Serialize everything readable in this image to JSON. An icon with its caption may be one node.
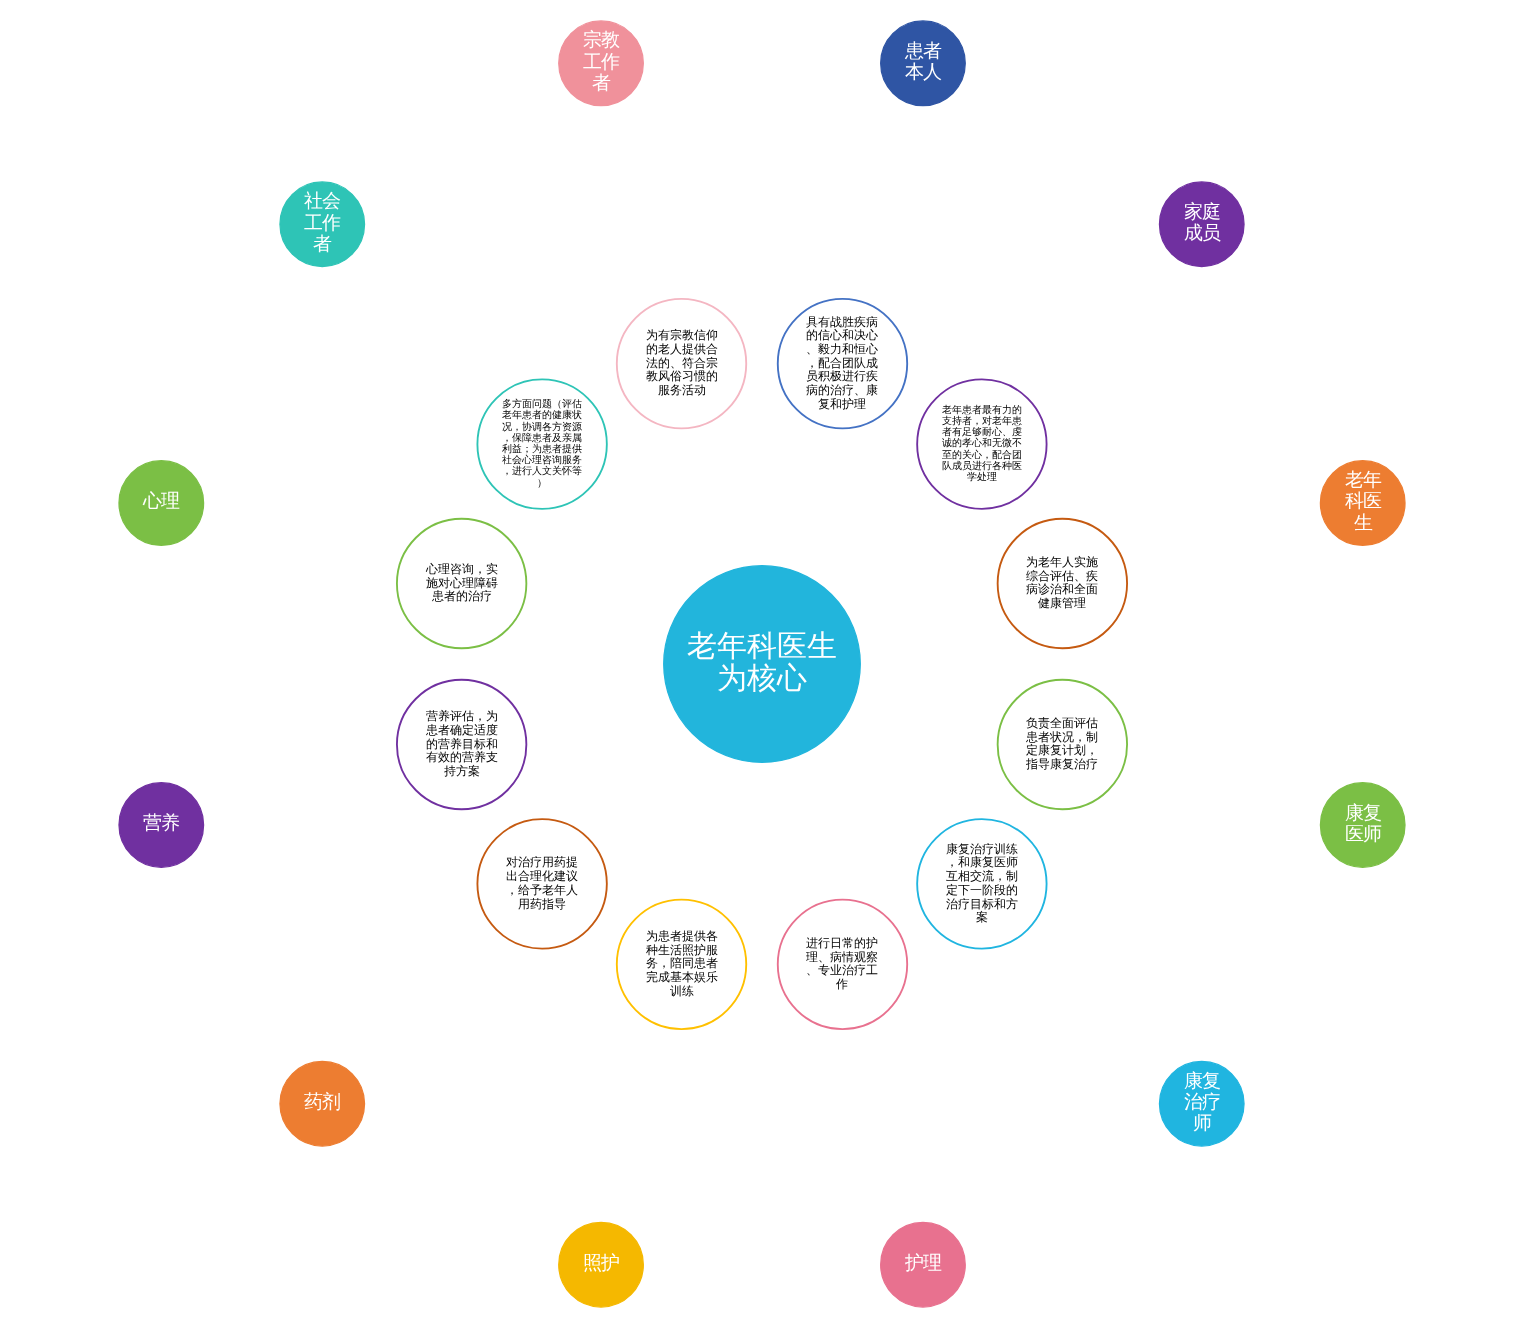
{
  "diagram": {
    "nodes": [
      {
        "text": [
          "老年科医生为核心"
        ]
      },
      {
        "text": [
          "老年科医生"
        ]
      },
      {
        "text": [
          "为老年人实施综合评估、疾病诊治和全面健康管理"
        ]
      },
      {
        "text": [
          "家庭成员"
        ]
      },
      {
        "text": [
          "老年患者最有力的支持者，对老年患者有足够耐心、虔诚的孝心和无微不至的关心，配合团队成员进行各种医学处理"
        ]
      },
      {
        "text": [
          "患者本人"
        ]
      },
      {
        "text": [
          "具有战胜疾病的信心和决心、毅力和恒心，配合团队成员积极进行疾病的治疗、康复和护理"
        ]
      },
      {
        "text": [
          "宗教工作者"
        ]
      },
      {
        "text": [
          "为有宗教信仰的老人提供合法的、符合宗教风俗习惯的服务活动"
        ]
      },
      {
        "text": [
          "社会工作者"
        ]
      },
      {
        "text": [
          "多方面问题（评估老年患者的健康状况，协调各方资源，保障患者及亲属利益；为患者提供社会心理咨询服务，进行人文关怀等）"
        ]
      },
      {
        "text": [
          "心理"
        ]
      },
      {
        "text": [
          "心理咨询，实施对心理障碍患者的治疗"
        ]
      },
      {
        "text": [
          "营养"
        ]
      },
      {
        "text": [
          "营养评估，为患者确定适度的营养目标和有效的营养支持方案"
        ]
      },
      {
        "text": [
          "药剂"
        ]
      },
      {
        "text": [
          "对治疗用药提出合理化建议，给予老年人用药指导"
        ]
      },
      {
        "text": [
          "照护"
        ]
      },
      {
        "text": [
          "为患者提供各种生活照护服务，陪同患者完成基本娱乐训练"
        ]
      },
      {
        "text": [
          "护理"
        ]
      },
      {
        "text": [
          "进行日常的护理、病情观察、专业治疗工作"
        ]
      },
      {
        "text": [
          "康复治疗师"
        ]
      },
      {
        "text": [
          "康复治疗训练，和康复医师互相交流，制定下一阶段的治疗目标和方案"
        ]
      },
      {
        "text": [
          "康复医师"
        ]
      },
      {
        "text": [
          "负责全面评估患者状况，制定康复计划，指导康复治疗"
        ]
      }
    ]
  }
}
